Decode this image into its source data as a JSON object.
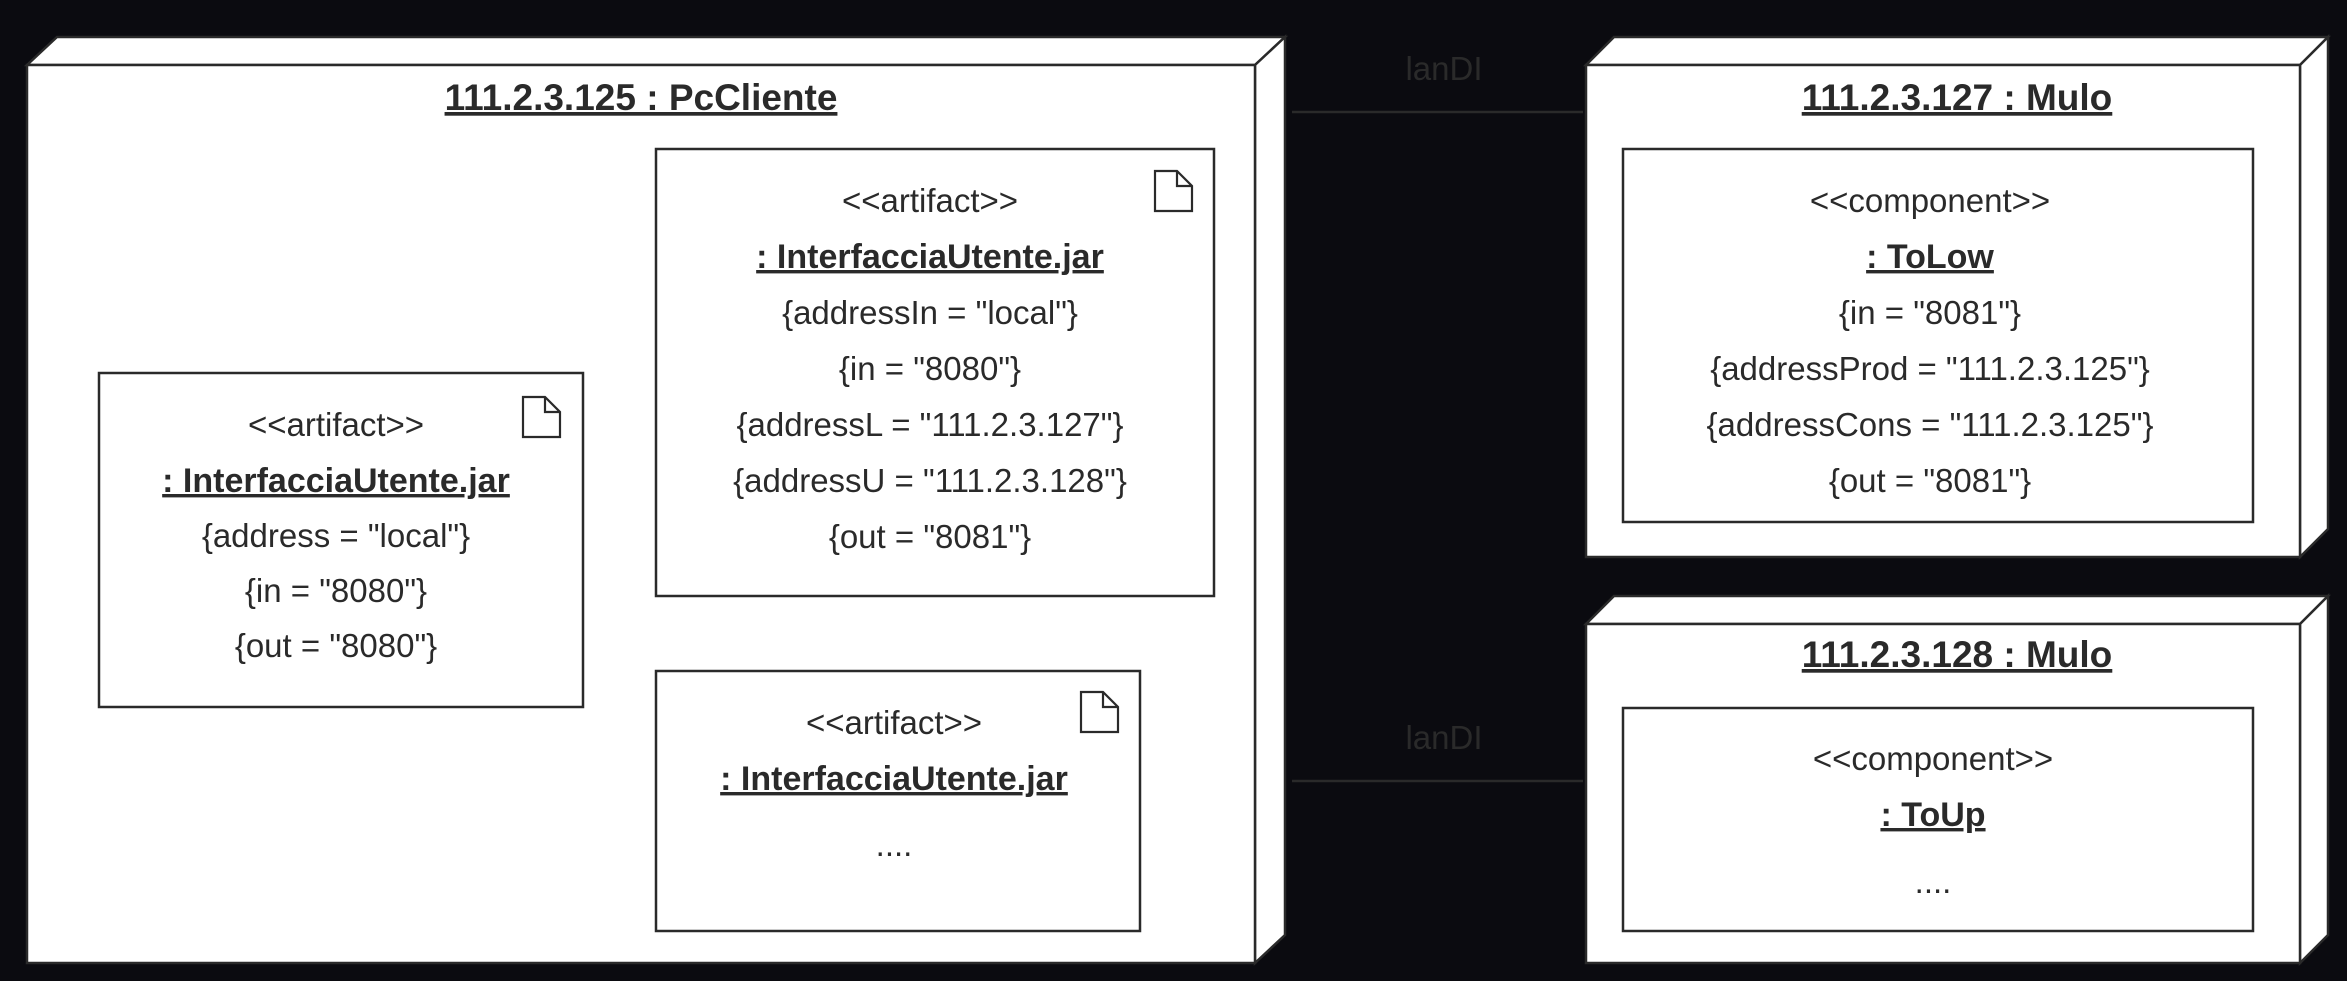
{
  "nodes": {
    "pc_cliente": {
      "title": "111.2.3.125 : PcCliente"
    },
    "mulo_127": {
      "title": "111.2.3.127 : Mulo"
    },
    "mulo_128": {
      "title": "111.2.3.128 : Mulo"
    }
  },
  "artifacts": {
    "left": {
      "stereotype": "<<artifact>>",
      "name": ": InterfacciaUtente.jar",
      "props": [
        "{address = \"local\"}",
        "{in = \"8080\"}",
        "{out = \"8080\"}"
      ]
    },
    "top": {
      "stereotype": "<<artifact>>",
      "name": ": InterfacciaUtente.jar",
      "props": [
        "{addressIn = \"local\"}",
        "{in = \"8080\"}",
        "{addressL = \"111.2.3.127\"}",
        "{addressU = \"111.2.3.128\"}",
        "{out = \"8081\"}"
      ]
    },
    "bottom": {
      "stereotype": "<<artifact>>",
      "name": ": InterfacciaUtente.jar",
      "props": [
        "...."
      ]
    }
  },
  "components": {
    "to_low": {
      "stereotype": "<<component>>",
      "name": ": ToLow",
      "props": [
        "{in = \"8081\"}",
        "{addressProd = \"111.2.3.125\"}",
        "{addressCons = \"111.2.3.125\"}",
        "{out = \"8081\"}"
      ]
    },
    "to_up": {
      "stereotype": "<<component>>",
      "name": ": ToUp",
      "props": [
        "...."
      ]
    }
  },
  "links": {
    "top": {
      "label": "lanDI"
    },
    "bottom": {
      "label": "lanDI"
    }
  }
}
